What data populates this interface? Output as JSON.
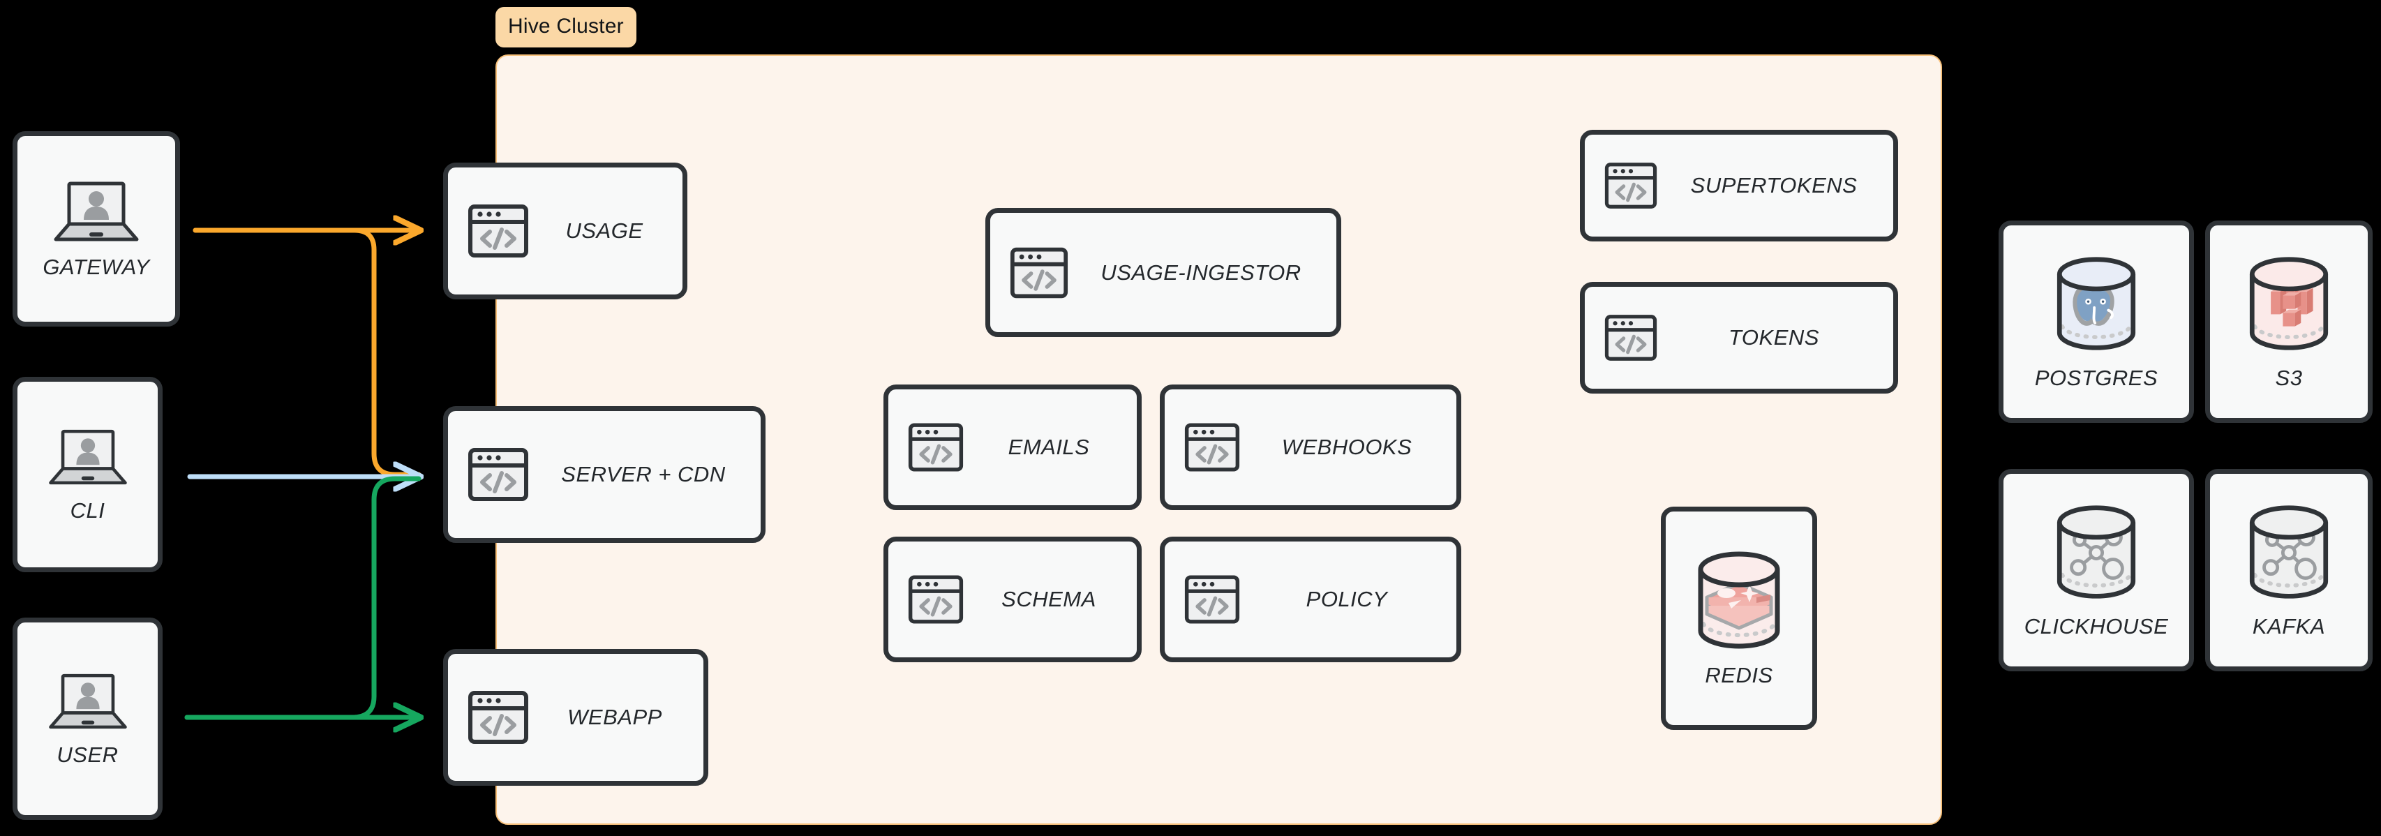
{
  "diagram": {
    "title": "Hive Cluster architecture",
    "background_color": "#000000"
  },
  "cluster": {
    "badge_label": "Hive Cluster",
    "badge_bg": "#FBD8A6",
    "fill": "#FDF4EC",
    "border": "#F7C07A"
  },
  "actors": [
    {
      "id": "gateway",
      "label": "GATEWAY",
      "icon": "laptop-user-icon"
    },
    {
      "id": "cli",
      "label": "CLI",
      "icon": "laptop-user-icon"
    },
    {
      "id": "user",
      "label": "USER",
      "icon": "laptop-user-icon"
    }
  ],
  "services": [
    {
      "id": "usage",
      "label": "USAGE",
      "icon": "code-window-icon"
    },
    {
      "id": "server-cdn",
      "label": "SERVER + CDN",
      "icon": "code-window-icon"
    },
    {
      "id": "webapp",
      "label": "WEBAPP",
      "icon": "code-window-icon"
    },
    {
      "id": "usage-ingestor",
      "label": "USAGE-INGESTOR",
      "icon": "code-window-icon"
    },
    {
      "id": "emails",
      "label": "EMAILS",
      "icon": "code-window-icon"
    },
    {
      "id": "webhooks",
      "label": "WEBHOOKS",
      "icon": "code-window-icon"
    },
    {
      "id": "schema",
      "label": "SCHEMA",
      "icon": "code-window-icon"
    },
    {
      "id": "policy",
      "label": "POLICY",
      "icon": "code-window-icon"
    },
    {
      "id": "supertokens",
      "label": "SUPERTOKENS",
      "icon": "code-window-icon"
    },
    {
      "id": "tokens",
      "label": "TOKENS",
      "icon": "code-window-icon"
    }
  ],
  "datastores": [
    {
      "id": "redis",
      "label": "REDIS",
      "icon": "redis-cylinder-icon",
      "accent": "#E8918C"
    },
    {
      "id": "postgres",
      "label": "POSTGRES",
      "icon": "postgres-cylinder-icon",
      "accent": "#7FA1C4"
    },
    {
      "id": "s3",
      "label": "S3",
      "icon": "s3-cylinder-icon",
      "accent": "#E08A80"
    },
    {
      "id": "clickhouse",
      "label": "CLICKHOUSE",
      "icon": "generic-cylinder-icon",
      "accent": "#9A9D9F"
    },
    {
      "id": "kafka",
      "label": "KAFKA",
      "icon": "generic-cylinder-icon",
      "accent": "#9A9D9F"
    }
  ],
  "connections": [
    {
      "id": "gateway-to-usage",
      "from": "gateway",
      "to": "usage",
      "color": "#FBA82C"
    },
    {
      "id": "gateway-to-server-cdn",
      "from": "gateway",
      "to": "server-cdn",
      "color": "#FBA82C"
    },
    {
      "id": "cli-to-server-cdn",
      "from": "cli",
      "to": "server-cdn",
      "color": "#BEDEF8"
    },
    {
      "id": "user-to-server-cdn",
      "from": "user",
      "to": "server-cdn",
      "color": "#16A75F"
    },
    {
      "id": "user-to-webapp",
      "from": "user",
      "to": "webapp",
      "color": "#16A75F"
    }
  ],
  "colors": {
    "node_fill": "#F8F9F9",
    "node_stroke": "#2F3337",
    "icon_grey": "#9A9DA0",
    "icon_fill": "#EFF0F1",
    "orange": "#FBA82C",
    "green": "#16A75F",
    "blue": "#BEDEF8"
  }
}
